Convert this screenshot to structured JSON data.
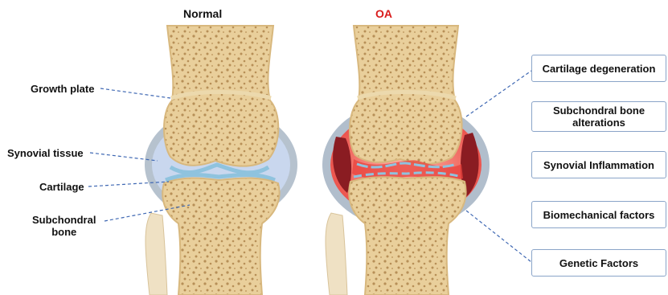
{
  "headings": {
    "normal": "Normal",
    "oa": "OA"
  },
  "labels": {
    "growth_plate": "Growth plate",
    "synovial_tissue": "Synovial tissue",
    "cartilage": "Cartilage",
    "subchondral_line1": "Subchondral",
    "subchondral_line2": "bone"
  },
  "factors": [
    {
      "line1": "Cartilage degeneration",
      "line2": ""
    },
    {
      "line1": "Subchondral bone",
      "line2": "alterations"
    },
    {
      "line1": "Synovial Inflammation",
      "line2": ""
    },
    {
      "line1": "Biomechanical factors",
      "line2": ""
    },
    {
      "line1": "Genetic Factors",
      "line2": ""
    }
  ],
  "colors": {
    "bone": "#e9cf9b",
    "bone_texture": "#b78f57",
    "cartilage": "#8fc3de",
    "capsule": "#a9b7c6",
    "synovial_normal": "#c9d7ee",
    "inflammation": "#e8413c",
    "leader_line": "#3f68b3",
    "heading_oa": "#d91c1c"
  }
}
